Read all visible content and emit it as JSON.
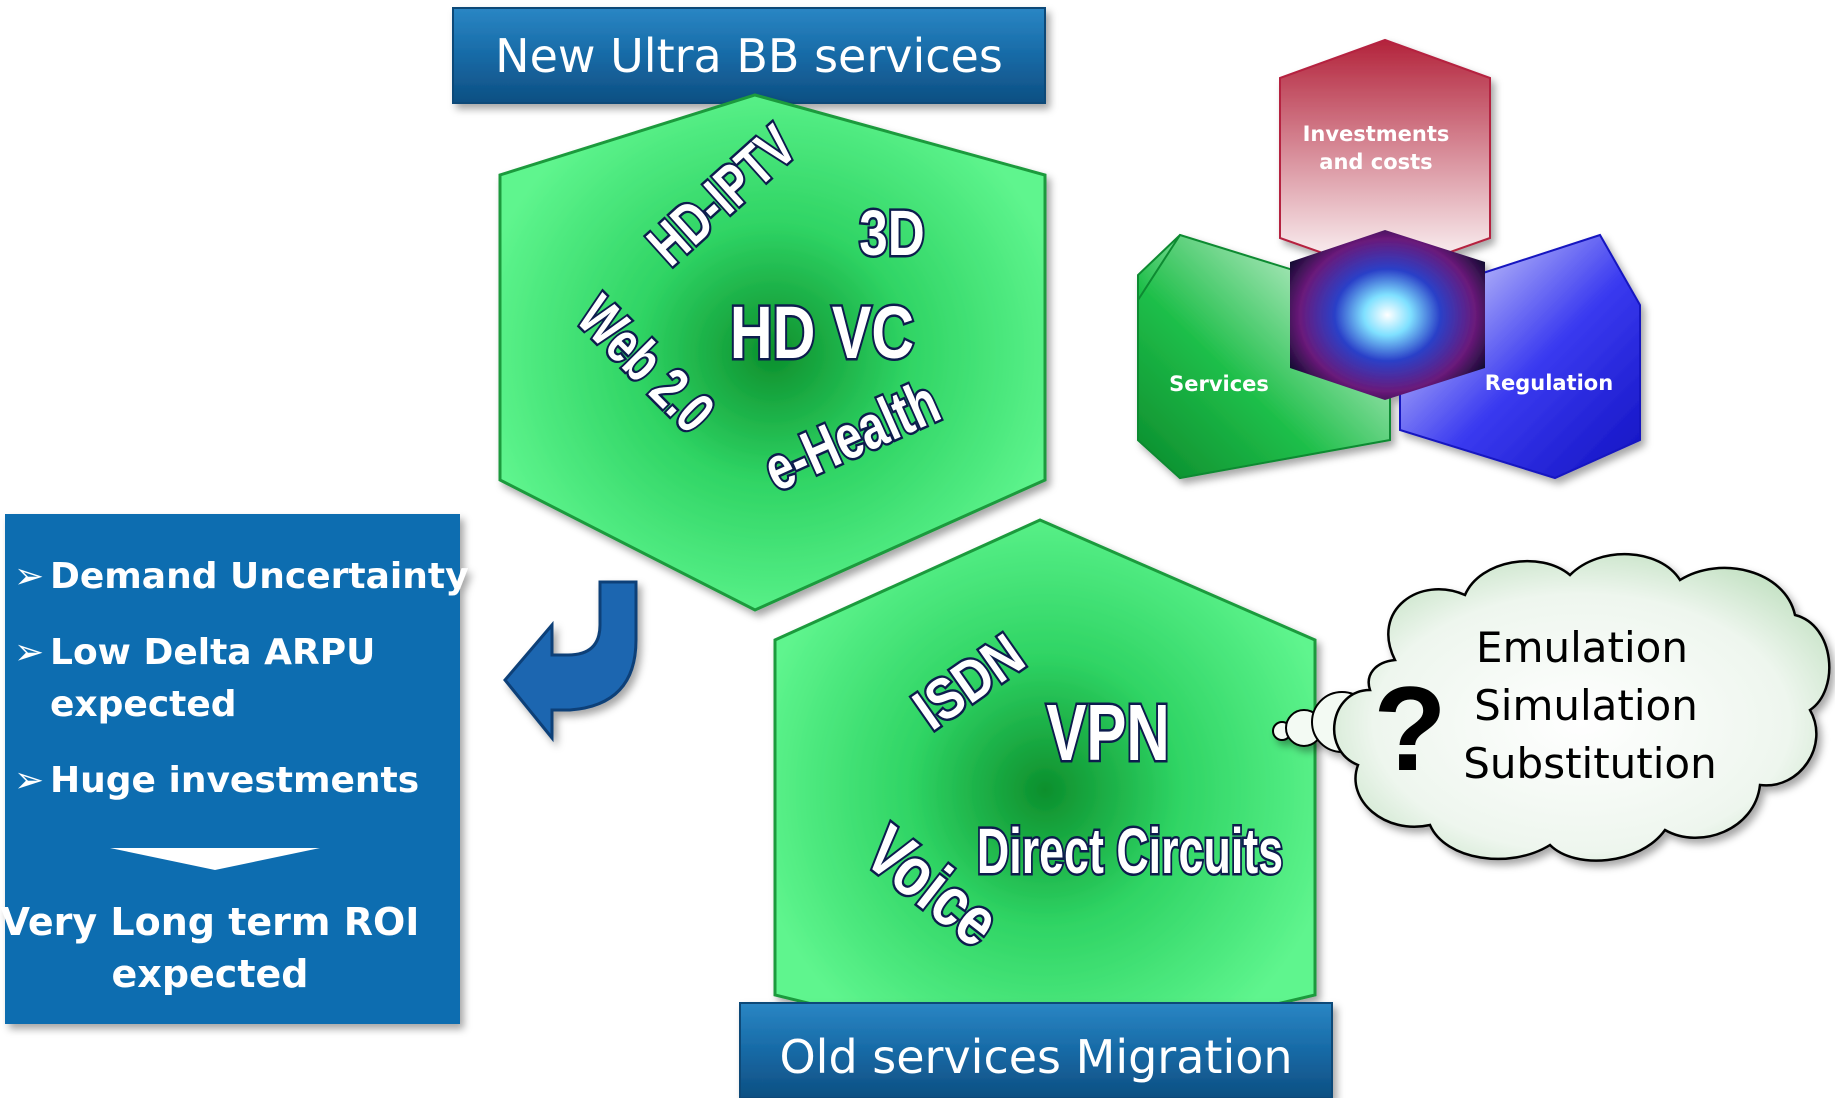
{
  "top_banner": "New Ultra BB services",
  "bottom_banner": "Old services Migration",
  "new_services": {
    "hd_iptv": "HD-IPTV",
    "three_d": "3D",
    "hd_vc": "HD VC",
    "web20": "Web 2.0",
    "ehealth": "e-Health"
  },
  "old_services": {
    "isdn": "ISDN",
    "vpn": "VPN",
    "direct_circuits": "Direct Circuits",
    "voice": "Voice"
  },
  "risk_box": {
    "items": [
      "Demand Uncertainty",
      "Low Delta ARPU",
      "expected",
      "Huge investments"
    ],
    "bullet": "➢",
    "conclusion_line1": "Very Long term ROI",
    "conclusion_line2": "expected"
  },
  "triad": {
    "top_line1": "Investments",
    "top_line2": "and costs",
    "left": "Services",
    "right": "Regulation"
  },
  "cloud": {
    "question": "?",
    "lines": [
      "Emulation",
      "Simulation",
      "Substitution"
    ]
  },
  "colors": {
    "banner": "#1a6aa6",
    "box": "#0f6db0",
    "hex_green": "#33e070",
    "hex_dark_green": "#0a8a2e",
    "arrow": "#1f66b0",
    "triad_red": "#b8293f",
    "triad_blue": "#1c1ad0",
    "triad_green": "#12a83a"
  }
}
